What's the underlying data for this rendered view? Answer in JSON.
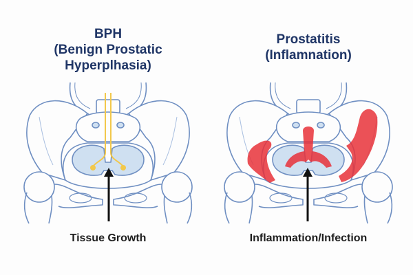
{
  "left_panel": {
    "title_lines": [
      "BPH",
      "(Benign Prostatic",
      "Hyperplhasia)"
    ],
    "label": "Tissue Growth"
  },
  "right_panel": {
    "title_lines": [
      "Prostatitis",
      "(Inflamnation)"
    ],
    "label": "Inflammation/Infection"
  },
  "colors": {
    "title": "#1f3566",
    "bone_outline": "#6f8fc2",
    "gland_fill": "#cfe0f1",
    "growth": "#f2c84b",
    "inflammation": "#e8323a",
    "arrow": "#111111"
  }
}
